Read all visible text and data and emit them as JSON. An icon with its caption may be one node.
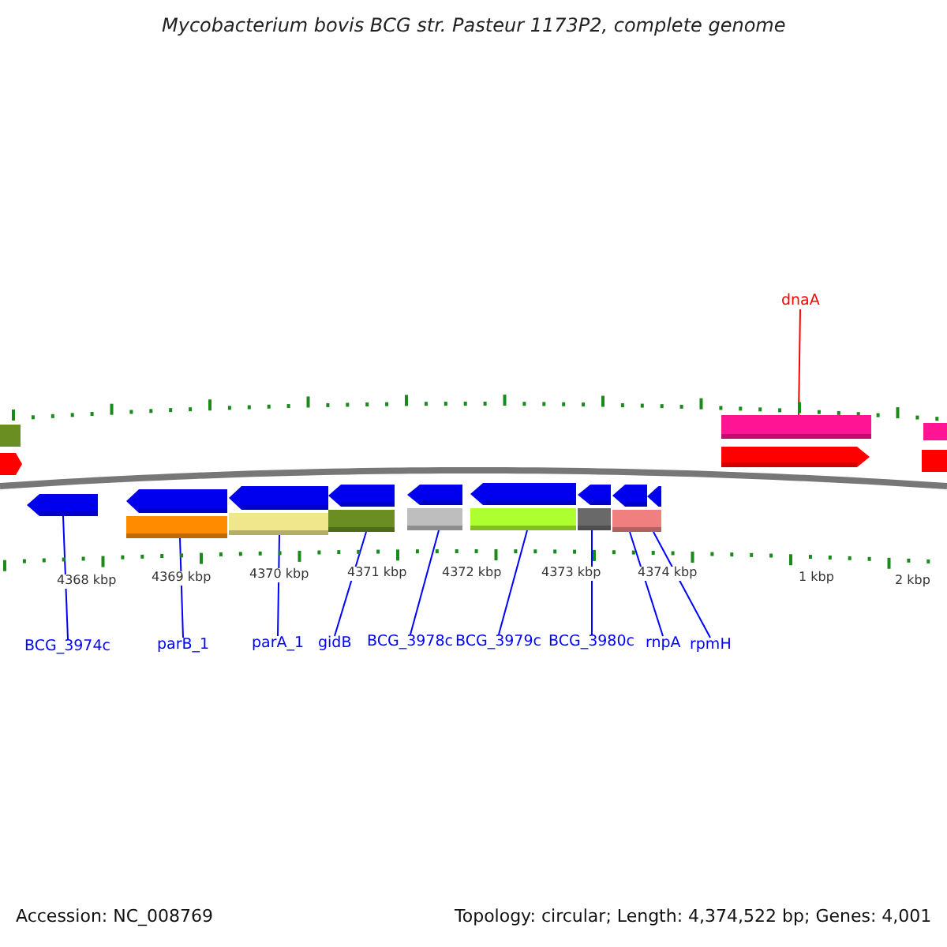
{
  "diagram": {
    "title": "Mycobacterium bovis BCG str. Pasteur 1173P2, complete genome",
    "nodes": [
      {
        "text": [
          "dnaA"
        ]
      },
      {
        "text": [],
        "shape": "bar"
      },
      {
        "text": [],
        "shape": "arrow"
      },
      {
        "text": [],
        "shape": "arrow"
      },
      {
        "text": [],
        "shape": "arrow"
      },
      {
        "text": [],
        "shape": "arrow"
      },
      {
        "text": [],
        "shape": "arrow"
      },
      {
        "text": [],
        "shape": "arrow"
      },
      {
        "text": [],
        "shape": "arrow"
      },
      {
        "text": [],
        "shape": "arrow"
      },
      {
        "text": [],
        "shape": "arrow"
      },
      {
        "text": [
          "BCG_3974c"
        ]
      },
      {
        "text": [
          "parB_1"
        ]
      },
      {
        "text": [
          "parA_1"
        ]
      },
      {
        "text": [
          "gidB"
        ]
      },
      {
        "text": [
          "BCG_3978c"
        ]
      },
      {
        "text": [
          "BCG_3979c"
        ]
      },
      {
        "text": [
          "BCG_3980c"
        ]
      },
      {
        "text": [
          "rnpA"
        ]
      },
      {
        "text": [
          "rpmH"
        ]
      },
      {
        "text": [],
        "shape": "arrow"
      }
    ],
    "edges": [
      {
        "from": 0,
        "to": 1,
        "arrow": "none",
        "color": "#ff0000"
      },
      {
        "from": 11,
        "to": 2,
        "arrow": "none"
      },
      {
        "from": 12,
        "to": 3,
        "arrow": "none"
      },
      {
        "from": 13,
        "to": 4,
        "arrow": "none"
      },
      {
        "from": 14,
        "to": 5,
        "arrow": "none"
      },
      {
        "from": 15,
        "to": 6,
        "arrow": "none"
      },
      {
        "from": 16,
        "to": 7,
        "arrow": "none"
      },
      {
        "from": 17,
        "to": 8,
        "arrow": "none"
      },
      {
        "from": 18,
        "to": 9,
        "arrow": "none"
      },
      {
        "from": 19,
        "to": 10,
        "arrow": "none"
      }
    ],
    "labels": [
      "4368 kbp",
      "4369 kbp",
      "4370 kbp",
      "4371 kbp",
      "4372 kbp",
      "4373 kbp",
      "4374 kbp",
      "1 kbp",
      "2 kbp",
      "Accession: NC_008769",
      "Topology: circular; Length: 4,374,522 bp; Genes: 4,001"
    ]
  }
}
